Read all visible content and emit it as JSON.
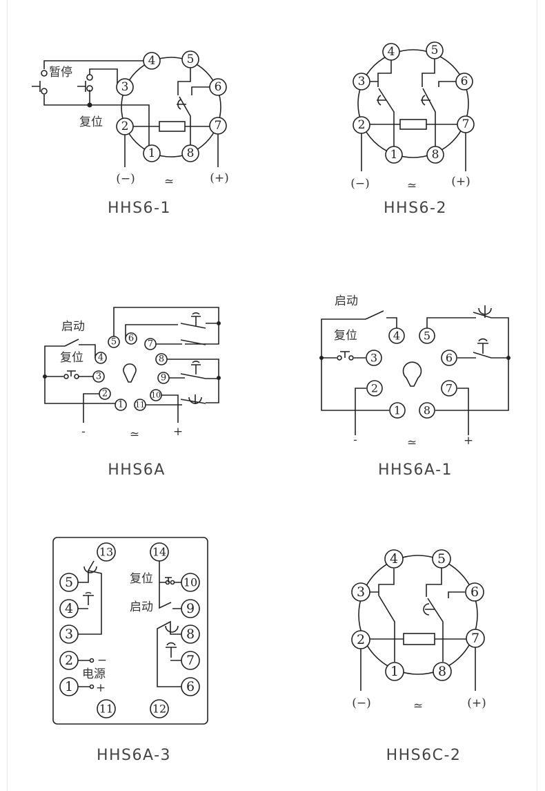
{
  "diagrams": [
    {
      "caption": "HHS6-1",
      "labels": {
        "pause": "暂停",
        "reset": "复位",
        "minus": "(−)",
        "ac": "≃",
        "plus": "(+)"
      },
      "terminals": [
        "1",
        "2",
        "3",
        "4",
        "5",
        "6",
        "7",
        "8"
      ]
    },
    {
      "caption": "HHS6-2",
      "labels": {
        "minus": "(−)",
        "ac": "≃",
        "plus": "(+)"
      },
      "terminals": [
        "1",
        "2",
        "3",
        "4",
        "5",
        "6",
        "7",
        "8"
      ]
    },
    {
      "caption": "HHS6A",
      "labels": {
        "start": "启动",
        "reset": "复位",
        "minus": "-",
        "ac": "≃",
        "plus": "+"
      },
      "terminals": [
        "1",
        "2",
        "3",
        "4",
        "5",
        "6",
        "7",
        "8",
        "9",
        "10",
        "11"
      ]
    },
    {
      "caption": "HHS6A-1",
      "labels": {
        "start": "启动",
        "reset": "复位",
        "minus": "-",
        "ac": "≃",
        "plus": "+"
      },
      "terminals": [
        "1",
        "2",
        "3",
        "4",
        "5",
        "6",
        "7",
        "8"
      ]
    },
    {
      "caption": "HHS6A-3",
      "labels": {
        "reset": "复位",
        "start": "启动",
        "power": "电源",
        "minus": "−",
        "plus": "+"
      },
      "terminals": [
        "1",
        "2",
        "3",
        "4",
        "5",
        "6",
        "7",
        "8",
        "9",
        "10",
        "11",
        "12",
        "13",
        "14"
      ]
    },
    {
      "caption": "HHS6C-2",
      "labels": {
        "minus": "(−)",
        "ac": "≃",
        "plus": "(+)"
      },
      "terminals": [
        "1",
        "2",
        "3",
        "4",
        "5",
        "6",
        "7",
        "8"
      ]
    }
  ]
}
